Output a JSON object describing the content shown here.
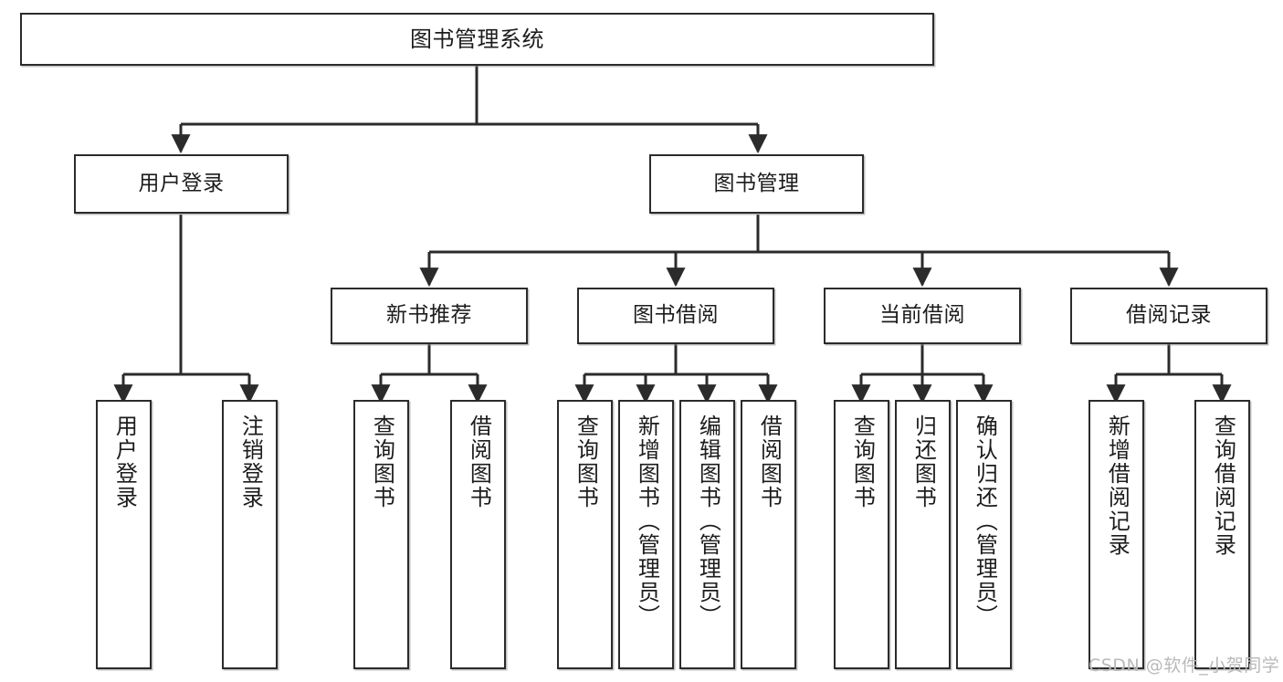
{
  "diagram": {
    "title": "图书管理系统",
    "type": "hierarchy-tree",
    "watermark": "CSDN @软件_小贺同学",
    "colors": {
      "box_border": "#2b2b2b",
      "box_fill": "#ffffff",
      "connector": "#2b2b2b",
      "text": "#1c1c1c",
      "watermark": "#b9b9b9",
      "background": "#ffffff"
    },
    "nodes": {
      "root": {
        "label": "图书管理系统"
      },
      "level1": [
        {
          "label": "用户登录"
        },
        {
          "label": "图书管理"
        }
      ],
      "level2": [
        {
          "label": "新书推荐"
        },
        {
          "label": "图书借阅"
        },
        {
          "label": "当前借阅"
        },
        {
          "label": "借阅记录"
        }
      ],
      "leaves": {
        "user_login": [
          {
            "label": "用户登录"
          },
          {
            "label": "注销登录"
          }
        ],
        "new_book_recommend": [
          {
            "label": "查询图书"
          },
          {
            "label": "借阅图书"
          }
        ],
        "book_borrow": [
          {
            "label": "查询图书"
          },
          {
            "label": "新增图书（管理员）"
          },
          {
            "label": "编辑图书（管理员）"
          },
          {
            "label": "借阅图书"
          }
        ],
        "current_borrow": [
          {
            "label": "查询图书"
          },
          {
            "label": "归还图书"
          },
          {
            "label": "确认归还（管理员）"
          }
        ],
        "borrow_record": [
          {
            "label": "新增借阅记录"
          },
          {
            "label": "查询借阅记录"
          }
        ]
      }
    }
  }
}
